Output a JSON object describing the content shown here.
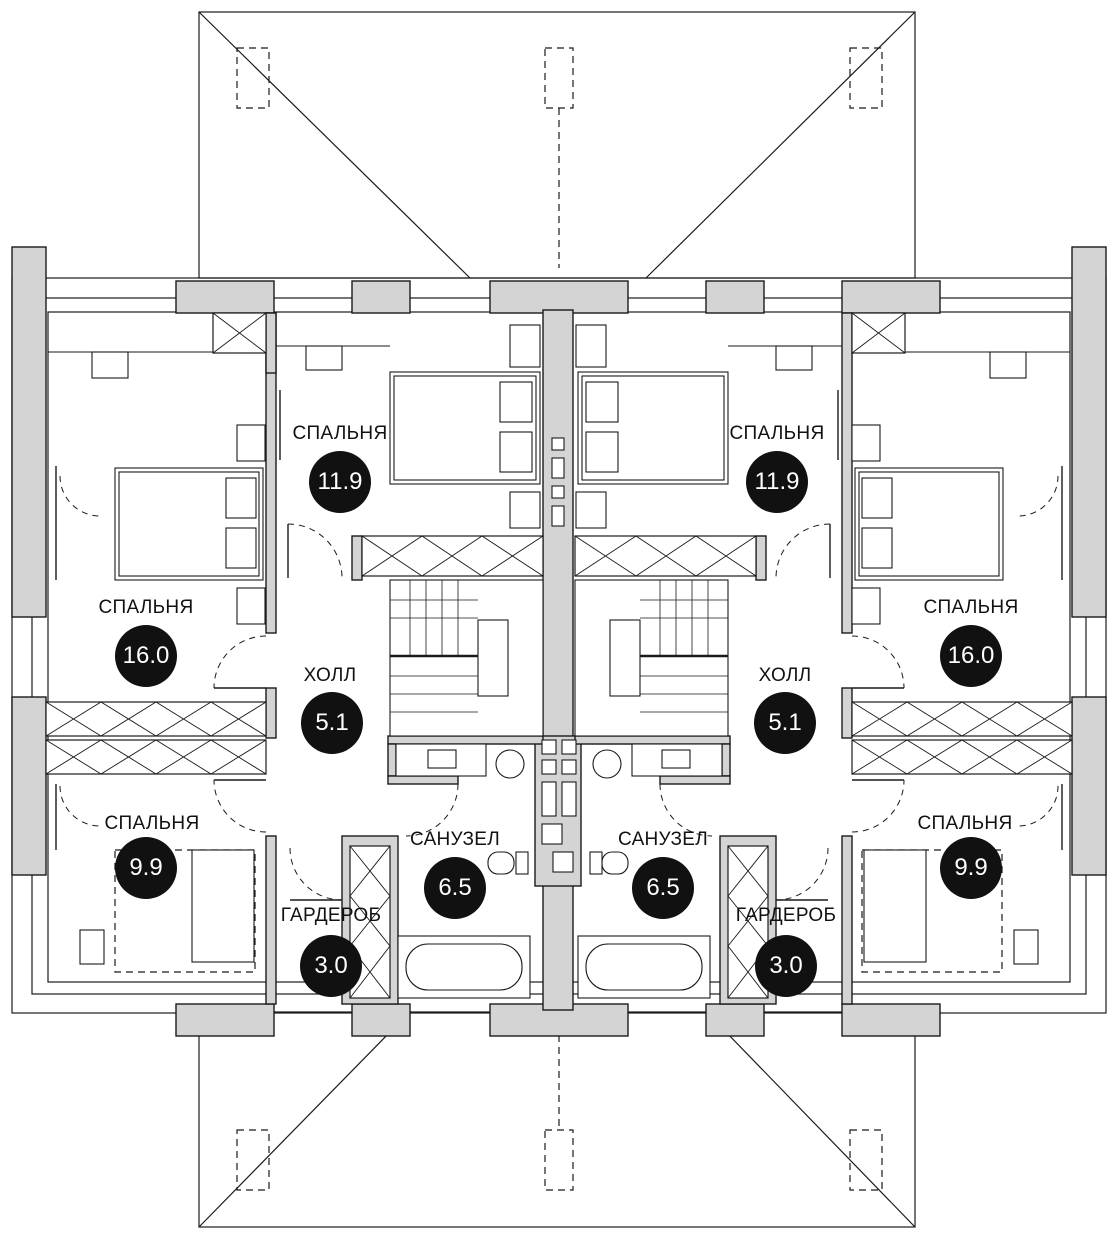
{
  "plan": {
    "rooms": [
      {
        "id": "bedroom-top-left",
        "name": "СПАЛЬНЯ",
        "area": "11.9"
      },
      {
        "id": "bedroom-top-right",
        "name": "СПАЛЬНЯ",
        "area": "11.9"
      },
      {
        "id": "bedroom-mid-left",
        "name": "СПАЛЬНЯ",
        "area": "16.0"
      },
      {
        "id": "bedroom-mid-right",
        "name": "СПАЛЬНЯ",
        "area": "16.0"
      },
      {
        "id": "hall-left",
        "name": "ХОЛЛ",
        "area": "5.1"
      },
      {
        "id": "hall-right",
        "name": "ХОЛЛ",
        "area": "5.1"
      },
      {
        "id": "bedroom-bottom-left",
        "name": "СПАЛЬНЯ",
        "area": "9.9"
      },
      {
        "id": "bedroom-bottom-right",
        "name": "СПАЛЬНЯ",
        "area": "9.9"
      },
      {
        "id": "bathroom-left",
        "name": "САНУЗЕЛ",
        "area": "6.5"
      },
      {
        "id": "bathroom-right",
        "name": "САНУЗЕЛ",
        "area": "6.5"
      },
      {
        "id": "wardrobe-left",
        "name": "ГАРДЕРОБ",
        "area": "3.0"
      },
      {
        "id": "wardrobe-right",
        "name": "ГАРДЕРОБ",
        "area": "3.0"
      }
    ],
    "colors": {
      "wall": "#d4d4d4",
      "line": "#1a1a1a",
      "badge": "#111111"
    }
  }
}
